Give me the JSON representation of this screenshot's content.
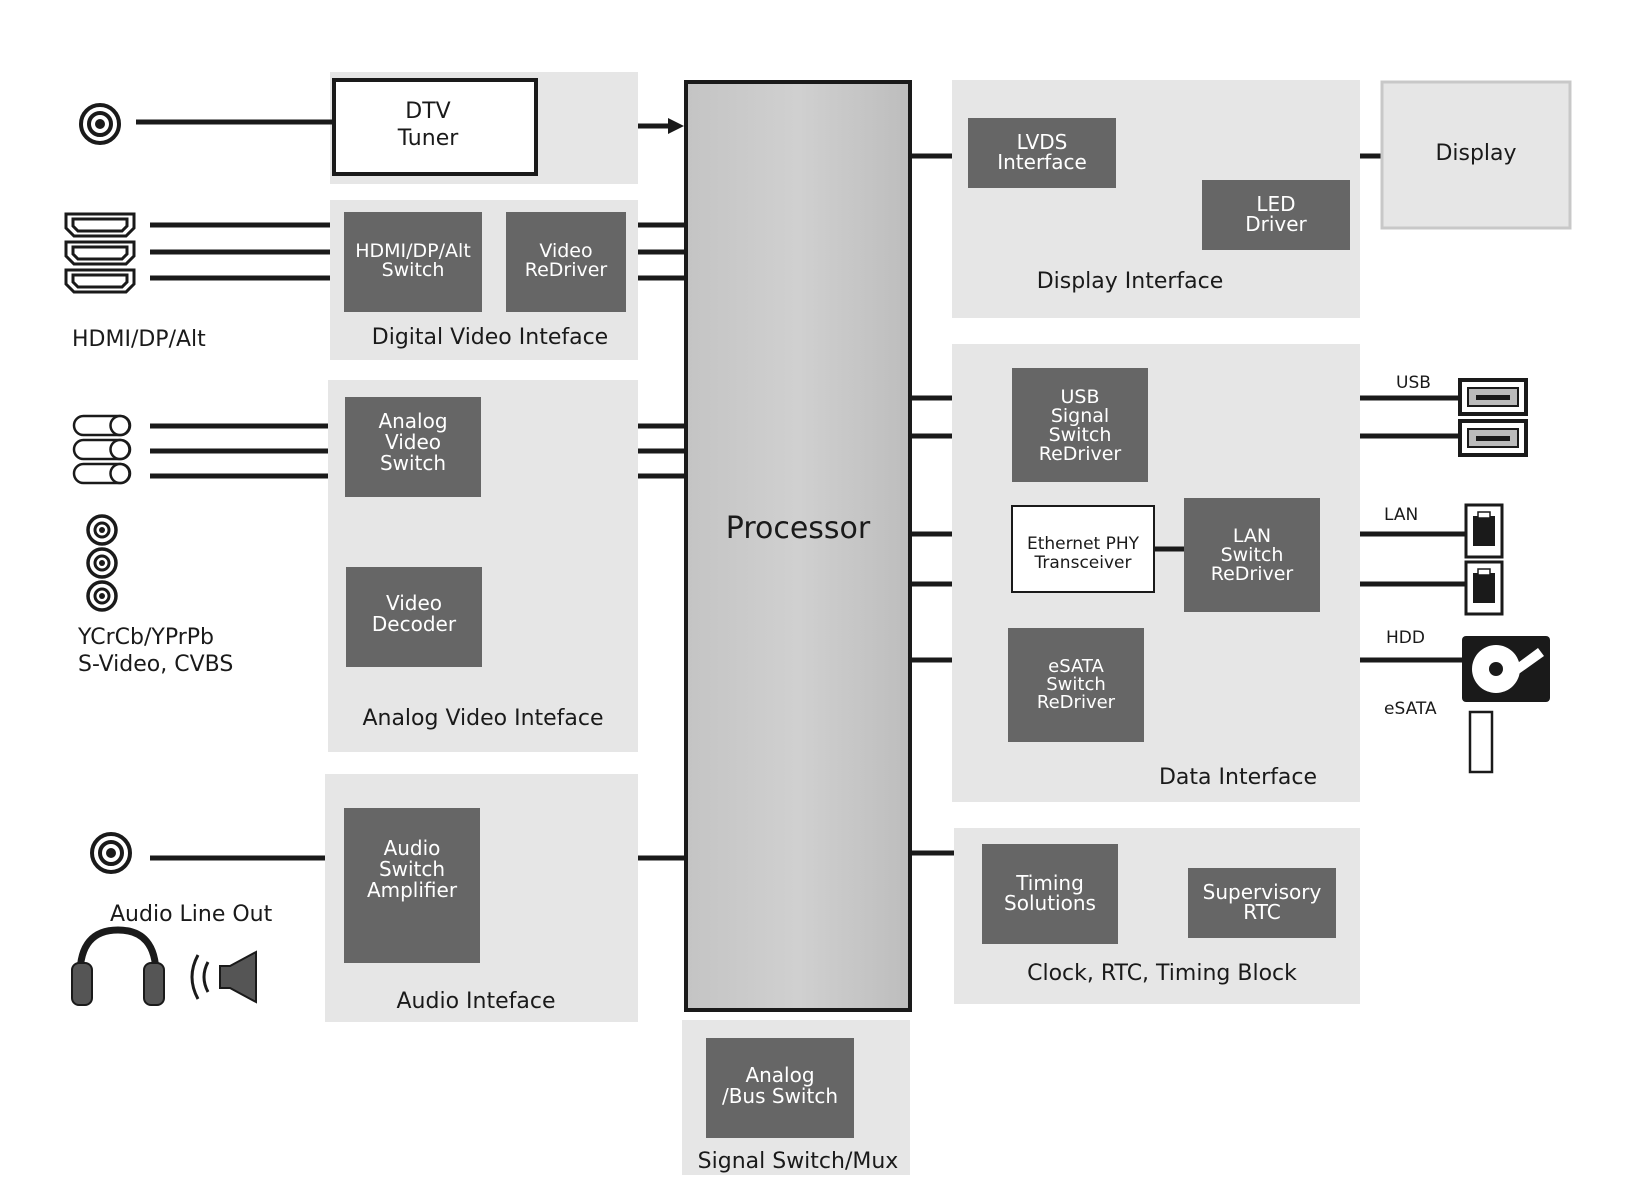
{
  "left_labels": {
    "hdmi": "HDMI/DP/Alt",
    "analog_in_1": "YCrCb/YPrPb",
    "analog_in_2": "S-Video, CVBS",
    "audio_out": "Audio Line Out"
  },
  "tuner": {
    "line1": "DTV",
    "line2": "Tuner"
  },
  "digital_video": {
    "title": "Digital Video Inteface",
    "switch": [
      "HDMI/DP/Alt",
      "Switch"
    ],
    "redriver": [
      "Video",
      "ReDriver"
    ]
  },
  "analog_video": {
    "title": "Analog Video Inteface",
    "switch": [
      "Analog",
      "Video",
      "Switch"
    ],
    "decoder": [
      "Video",
      "Decoder"
    ]
  },
  "audio": {
    "title": "Audio Inteface",
    "amp": [
      "Audio",
      "Switch",
      "Amplifier"
    ]
  },
  "processor": {
    "label": "Processor"
  },
  "signal_switch": {
    "title": "Signal Switch/Mux",
    "chip": [
      "Analog",
      "/Bus Switch"
    ]
  },
  "display_interface": {
    "title": "Display Interface",
    "lvds": [
      "LVDS",
      "Interface"
    ],
    "led": [
      "LED",
      "Driver"
    ]
  },
  "display": {
    "label": "Display"
  },
  "data_interface": {
    "title": "Data Interface",
    "usb": [
      "USB",
      "Signal",
      "Switch",
      "ReDriver"
    ],
    "ethernet": [
      "Ethernet PHY",
      "Transceiver"
    ],
    "lan": [
      "LAN",
      "Switch",
      "ReDriver"
    ],
    "esata": [
      "eSATA",
      "Switch",
      "ReDriver"
    ]
  },
  "clock_block": {
    "title": "Clock, RTC, Timing Block",
    "timing": [
      "Timing",
      "Solutions"
    ],
    "rtc": [
      "Supervisory",
      "RTC"
    ]
  },
  "ports": {
    "usb": "USB",
    "lan": "LAN",
    "hdd": "HDD",
    "esata": "eSATA"
  }
}
